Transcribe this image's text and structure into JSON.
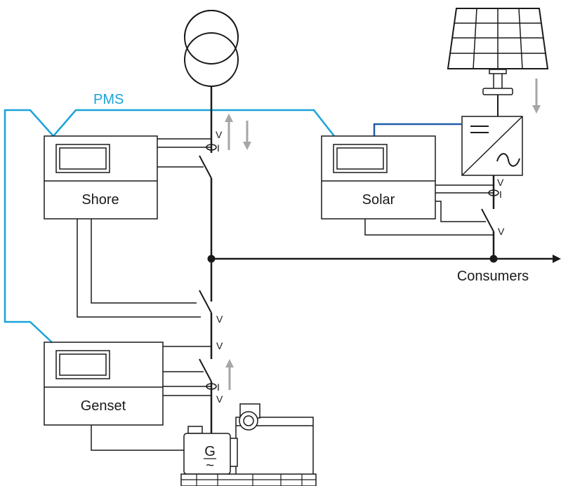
{
  "pms_label": "PMS",
  "controllers": {
    "shore": "Shore",
    "solar": "Solar",
    "genset": "Genset"
  },
  "consumers_label": "Consumers",
  "generator_symbol": "G",
  "generator_tilde": "~",
  "measure": {
    "voltage": "V",
    "current": "I"
  },
  "colors": {
    "pms_line": "#1aa3d9",
    "comm_line": "#1f5fa8",
    "arrows": "#a6a6a6",
    "lines": "#1a1a1a"
  }
}
